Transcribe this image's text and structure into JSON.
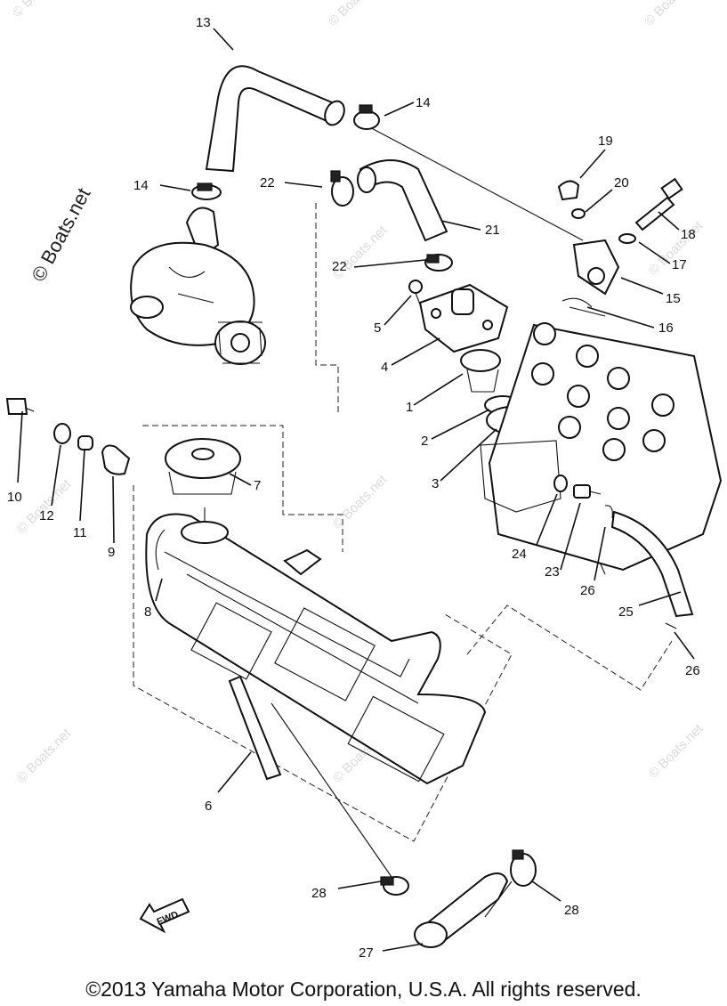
{
  "watermark": {
    "main": "© Boats.net",
    "tile": "© Boats.net"
  },
  "fwd_label": "FWD",
  "copyright": "©2013 Yamaha Motor Corporation, U.S.A. All rights reserved.",
  "callouts": {
    "c1": "1",
    "c2": "2",
    "c3": "3",
    "c4": "4",
    "c5": "5",
    "c6": "6",
    "c7": "7",
    "c8": "8",
    "c9": "9",
    "c10": "10",
    "c11": "11",
    "c12": "12",
    "c13": "13",
    "c14a": "14",
    "c14b": "14",
    "c15": "15",
    "c16": "16",
    "c17": "17",
    "c18": "18",
    "c19": "19",
    "c20": "20",
    "c21": "21",
    "c22a": "22",
    "c22b": "22",
    "c23": "23",
    "c24": "24",
    "c25": "25",
    "c26a": "26",
    "c26b": "26",
    "c27": "27",
    "c28a": "28",
    "c28b": "28"
  }
}
